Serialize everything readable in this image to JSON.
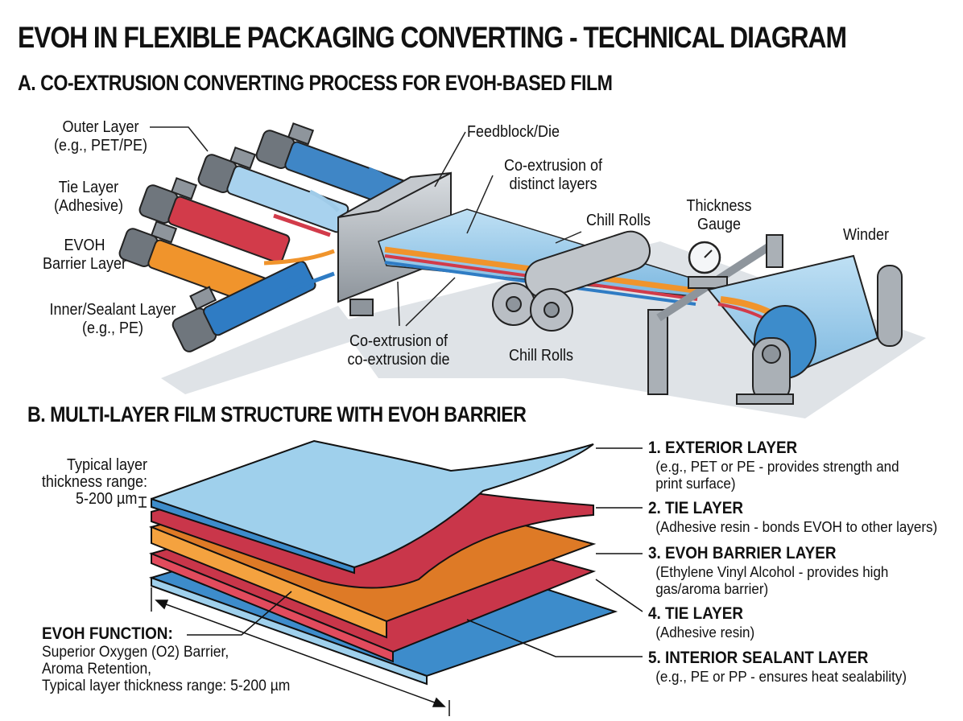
{
  "title": "EVOH IN FLEXIBLE PACKAGING CONVERTING - TECHNICAL DIAGRAM",
  "section_a": {
    "heading": "A. CO-EXTRUSION CONVERTING PROCESS FOR EVOH-BASED FILM",
    "labels": {
      "outer_layer": [
        "Outer Layer",
        "(e.g., PET/PE)"
      ],
      "tie_layer": [
        "Tie Layer",
        "(Adhesive)"
      ],
      "evoh_layer": [
        "EVOH",
        "Barrier Layer"
      ],
      "inner_layer": [
        "Inner/Sealant Layer",
        "(e.g., PE)"
      ],
      "feedblock": "Feedblock/Die",
      "coextrusion_layers": [
        "Co-extrusion of",
        "distinct layers"
      ],
      "chill_rolls_top": "Chill Rolls",
      "thickness_gauge": [
        "Thickness",
        "Gauge"
      ],
      "winder": "Winder",
      "coextrusion_die": [
        "Co-extrusion of",
        "co-extrusion die"
      ],
      "chill_rolls_bottom": "Chill Rolls"
    },
    "extruders": [
      {
        "name": "outer-a",
        "color": "#3f86c6"
      },
      {
        "name": "outer-b",
        "color": "#9fcbe8"
      },
      {
        "name": "tie",
        "color": "#d23b4a"
      },
      {
        "name": "evoh",
        "color": "#f0942c"
      },
      {
        "name": "inner",
        "color": "#2f7cc4"
      }
    ]
  },
  "section_b": {
    "heading": "B. MULTI-LAYER FILM STRUCTURE WITH EVOH BARRIER",
    "thickness_note": [
      "Typical layer",
      "thickness range:",
      "5-200 µm"
    ],
    "evoh_function": {
      "heading": "EVOH FUNCTION:",
      "lines": [
        "Superior Oxygen (O2) Barrier,",
        "Aroma Retention,",
        "Typical layer thickness range: 5-200 µm"
      ]
    },
    "layers": [
      {
        "title": "1. EXTERIOR LAYER",
        "desc": [
          "(e.g., PET or PE - provides strength and",
          "print surface)"
        ],
        "color": "#9fd0ec"
      },
      {
        "title": "2. TIE LAYER",
        "desc": [
          "(Adhesive resin - bonds EVOH to other layers)"
        ],
        "color": "#d8394d"
      },
      {
        "title": "3. EVOH BARRIER LAYER",
        "desc": [
          "(Ethylene Vinyl Alcohol - provides high",
          "gas/aroma barrier)"
        ],
        "color": "#f0922e"
      },
      {
        "title": "4. TIE LAYER",
        "desc": [
          "(Adhesive resin)"
        ],
        "color": "#d8394d"
      },
      {
        "title": "5. INTERIOR SEALANT LAYER",
        "desc": [
          "(e.g., PE or PP - ensures heat sealability)"
        ],
        "color": "#3d8ccb"
      }
    ]
  }
}
